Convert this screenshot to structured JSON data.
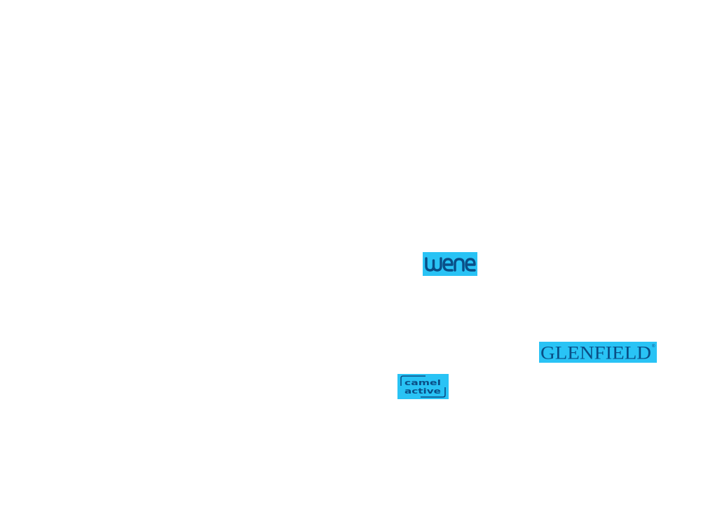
{
  "colors": {
    "page_background": "#ffffff",
    "logo_highlight": "#29c3f5",
    "logo_ink": "#0a4e86"
  },
  "brand_logos": [
    {
      "name": "wene",
      "text": "wene"
    },
    {
      "name": "glenfield",
      "text": "GLENFIELD",
      "mark": "®"
    },
    {
      "name": "camel active",
      "line1": "camel",
      "line2": "active"
    }
  ]
}
